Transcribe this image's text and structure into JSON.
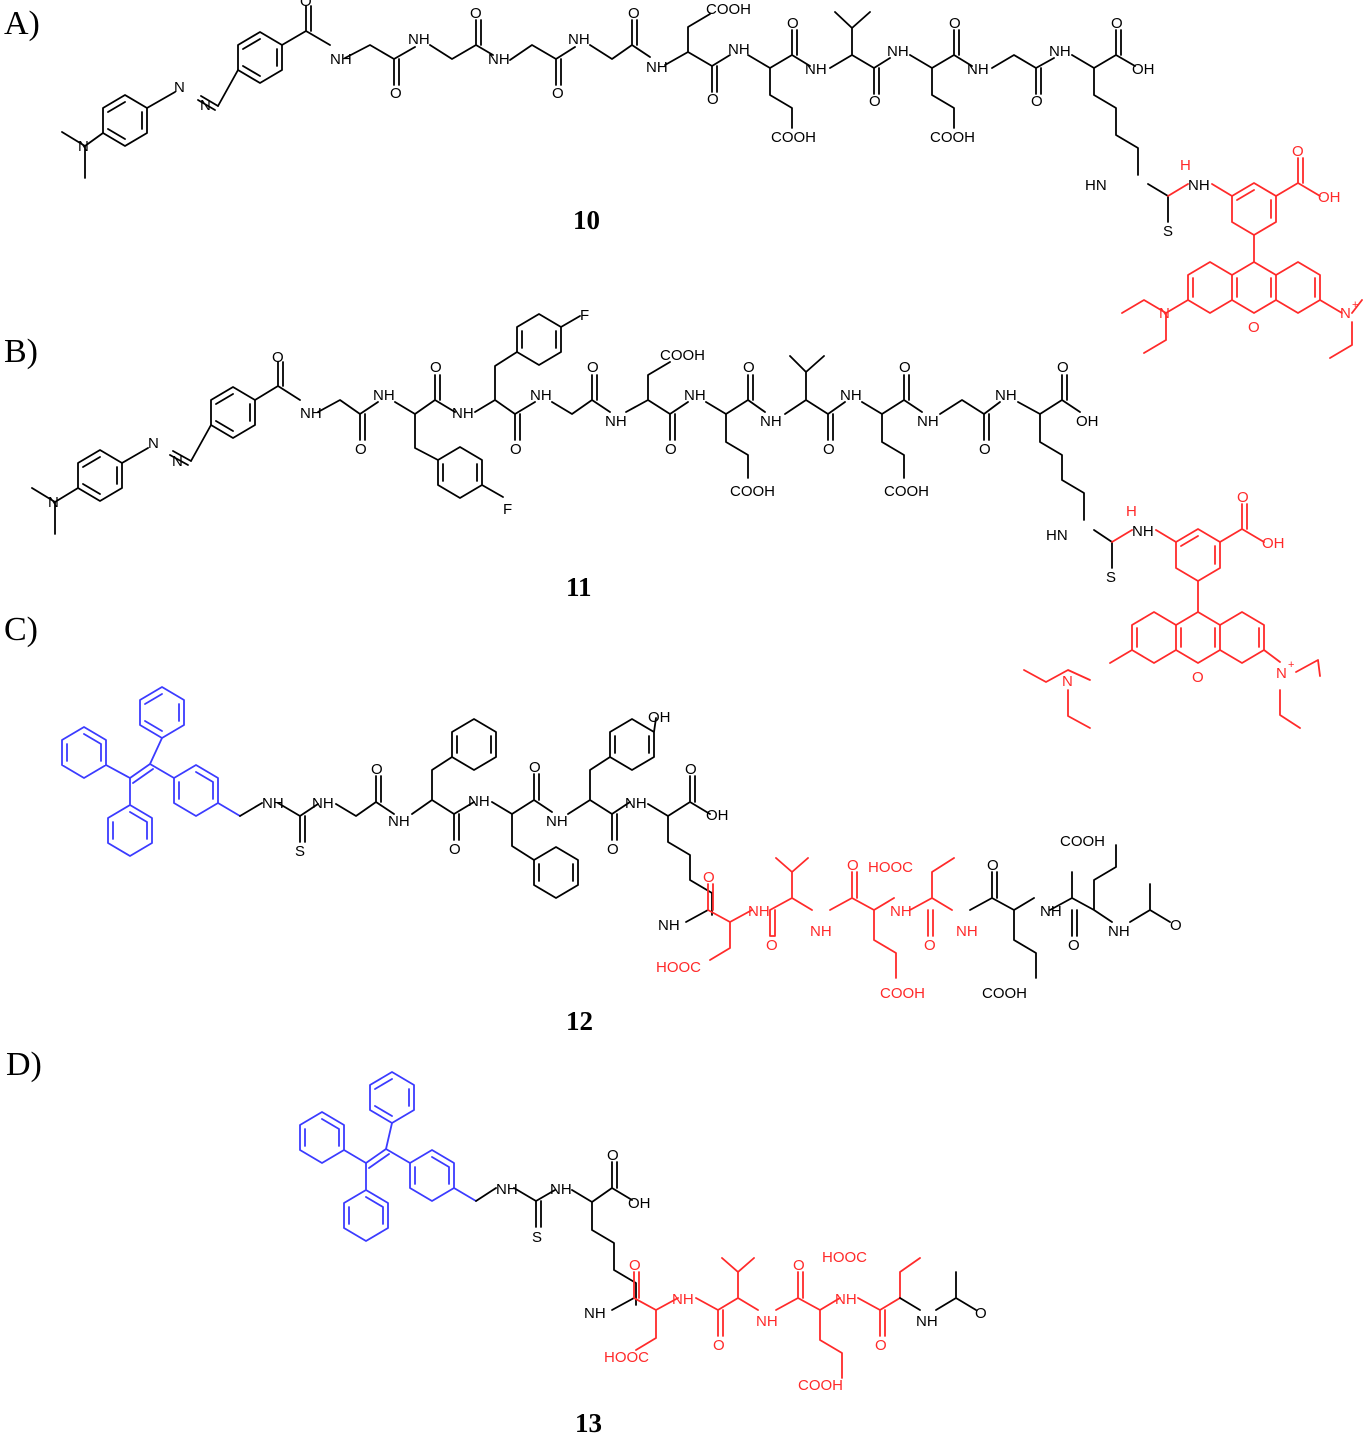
{
  "colors": {
    "black": "#000000",
    "red": "#ff2a2a",
    "blue": "#3b3bff"
  },
  "panels": [
    {
      "label": "A)",
      "compound": "10"
    },
    {
      "label": "B)",
      "compound": "11"
    },
    {
      "label": "C)",
      "compound": "12"
    },
    {
      "label": "D)",
      "compound": "13"
    }
  ],
  "atoms": {
    "cooh": "COOH",
    "hooc": "HOOC",
    "oh": "OH",
    "nh": "NH",
    "hn": "HN",
    "n": "N",
    "h": "H",
    "o": "O",
    "s": "S",
    "f": "F",
    "nplus": "N",
    "plus": "+"
  }
}
